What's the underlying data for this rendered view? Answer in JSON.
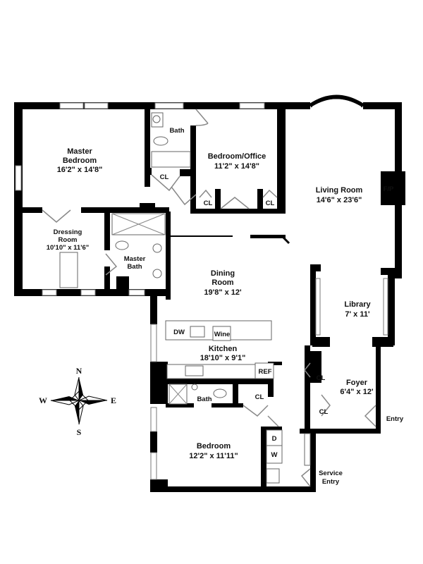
{
  "rooms": {
    "master_bedroom": {
      "name1": "Master",
      "name2": "Bedroom",
      "dims": "16'2\" x 14'8\""
    },
    "bedroom_office": {
      "name": "Bedroom/Office",
      "dims": "11'2\" x 14'8\""
    },
    "living_room": {
      "name": "Living Room",
      "dims": "14'6\" x 23'6\""
    },
    "dressing_room": {
      "name1": "Dressing",
      "name2": "Room",
      "dims": "10'10\" x 11'6\""
    },
    "master_bath": {
      "name1": "Master",
      "name2": "Bath"
    },
    "dining_room": {
      "name1": "Dining",
      "name2": "Room",
      "dims": "19'8\" x 12'"
    },
    "library": {
      "name": "Library",
      "dims": "7' x 11'"
    },
    "kitchen": {
      "name": "Kitchen",
      "dims": "18'10\" x 9'1\""
    },
    "foyer": {
      "name": "Foyer",
      "dims": "6'4\" x 12'"
    },
    "bedroom": {
      "name": "Bedroom",
      "dims": "12'2\" x 11'11\""
    }
  },
  "labels": {
    "bath": "Bath",
    "closet": "CL",
    "fireplace": "F/P",
    "dishwasher": "DW",
    "wine": "Wine",
    "refrigerator": "REF",
    "dryer": "D",
    "washer": "W",
    "entry": "Entry",
    "service_entry1": "Service",
    "service_entry2": "Entry"
  },
  "compass": {
    "north": "N",
    "south": "S",
    "east": "E",
    "west": "W"
  }
}
